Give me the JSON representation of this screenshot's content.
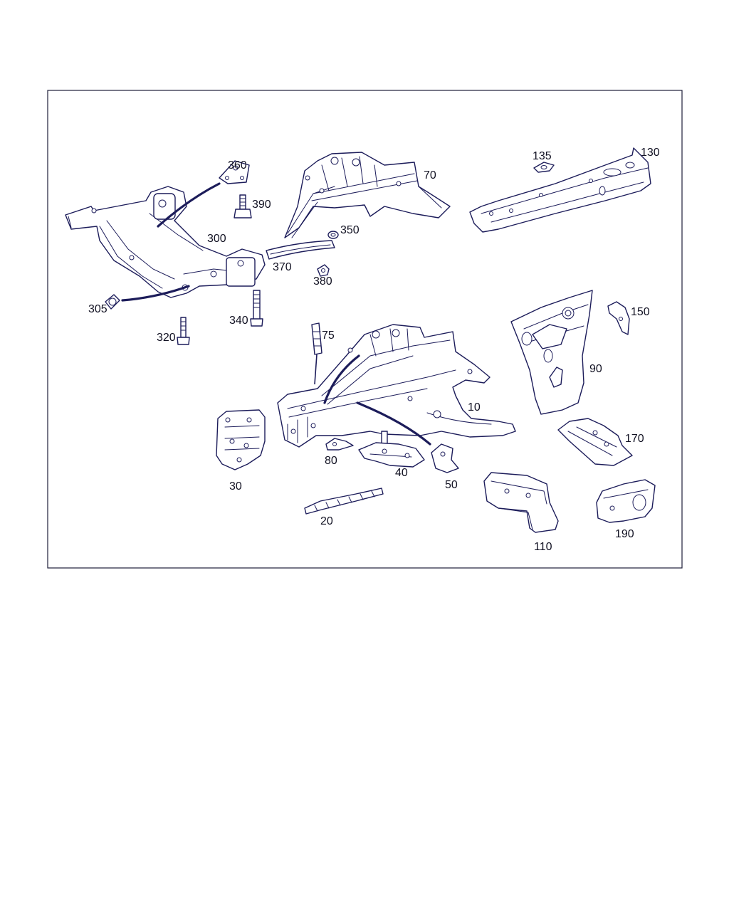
{
  "diagram": {
    "callouts": {
      "p10": "10",
      "p20": "20",
      "p30": "30",
      "p40": "40",
      "p50": "50",
      "p70": "70",
      "p75": "75",
      "p80": "80",
      "p90": "90",
      "p110": "110",
      "p130": "130",
      "p135": "135",
      "p150": "150",
      "p170": "170",
      "p190": "190",
      "p300": "300",
      "p305": "305",
      "p320": "320",
      "p340": "340",
      "p350": "350",
      "p360": "360",
      "p370": "370",
      "p380": "380",
      "p390": "390"
    },
    "colors": {
      "line": "#1c1c5a",
      "frame": "#1f1f3a",
      "background": "#ffffff"
    }
  }
}
